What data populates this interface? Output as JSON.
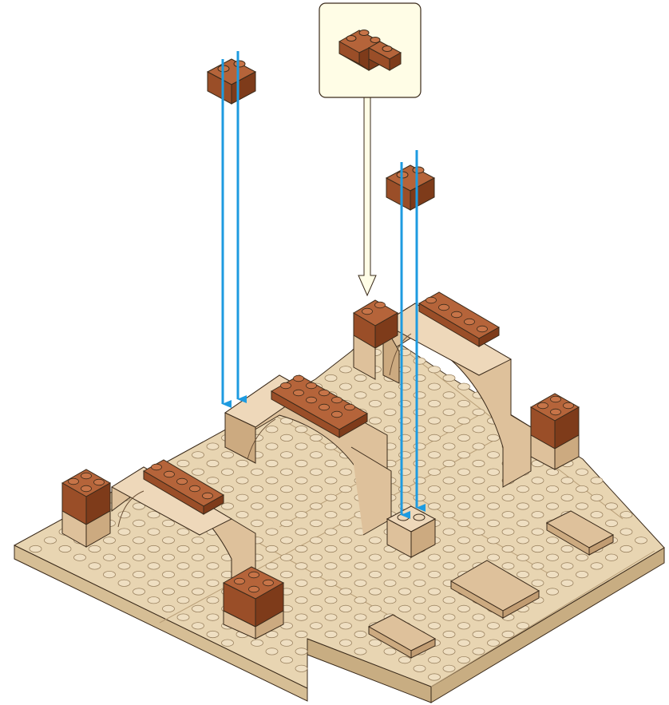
{
  "instruction": {
    "type": "brick-building-step",
    "callout": {
      "part": "corner-brick-2x2",
      "color": "#8B4A22"
    },
    "new_parts": [
      {
        "part": "brick-1x2",
        "color": "#8B4A22",
        "target": "left-arch-top"
      },
      {
        "part": "brick-1x2",
        "color": "#8B4A22",
        "target": "right-column-base"
      },
      {
        "part": "corner-brick-2x2",
        "color": "#8B4A22",
        "target": "back-arch-corner"
      }
    ],
    "arrow_color": "#1E9BE0",
    "callout_arrow_color": "#FFFDE6"
  },
  "palette": {
    "baseplate_top": "#E8D5B2",
    "baseplate_left": "#D6BE95",
    "baseplate_right": "#C8AD82",
    "tan_light": "#EED8BA",
    "tan_mid": "#DEC19B",
    "tan_dark": "#CCAA80",
    "brown_top": "#B5643A",
    "brown_left": "#9A4E28",
    "brown_right": "#7E3B1A",
    "callout_bg": "#FFFDE6",
    "outline": "#3A2A1A"
  }
}
